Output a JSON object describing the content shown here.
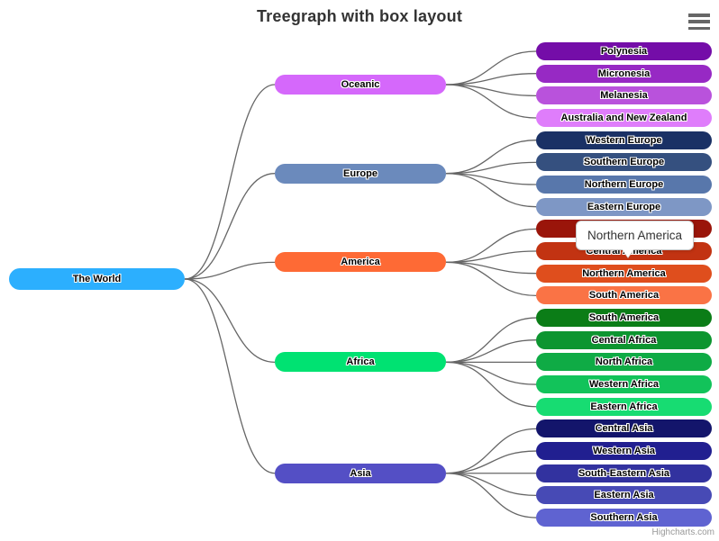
{
  "title": "Treegraph with box layout",
  "credits_label": "Highcharts.com",
  "tooltip": {
    "text": "Northern America"
  },
  "ui_colors": {
    "title_text": "#333333",
    "link_stroke": "#666666",
    "credits_text": "#999999",
    "tooltip_background": "#ffffff",
    "tooltip_text": "#333333",
    "menu_icon": "#666666"
  },
  "chart_data": {
    "type": "treegraph",
    "title": "Treegraph with box layout",
    "legend": "off",
    "grid": "off",
    "root": {
      "label": "The World",
      "color": "#2CAFFE"
    },
    "groups": [
      {
        "label": "Oceanic",
        "color": "#D568FB",
        "children": [
          {
            "label": "Polynesia",
            "color": "#740DA8"
          },
          {
            "label": "Micronesia",
            "color": "#9729C4"
          },
          {
            "label": "Melanesia",
            "color": "#B952DC"
          },
          {
            "label": "Australia and New Zealand",
            "color": "#DF7DFB"
          }
        ]
      },
      {
        "label": "Europe",
        "color": "#6B8ABC",
        "children": [
          {
            "label": "Western Europe",
            "color": "#1A3165"
          },
          {
            "label": "Southern Europe",
            "color": "#35507F"
          },
          {
            "label": "Northern Europe",
            "color": "#5877AB"
          },
          {
            "label": "Eastern Europe",
            "color": "#7E97C5"
          }
        ]
      },
      {
        "label": "America",
        "color": "#FE6A35",
        "children": [
          {
            "label": "",
            "label_hidden_by_tooltip": true,
            "color": "#9A150A"
          },
          {
            "label": "Central America",
            "color": "#C23312"
          },
          {
            "label": "Northern America",
            "color": "#DF4E1D",
            "hovered": true
          },
          {
            "label": "South America",
            "color": "#FA7345"
          }
        ]
      },
      {
        "label": "Africa",
        "color": "#00E272",
        "children": [
          {
            "label": "South America",
            "color": "#0B7D17"
          },
          {
            "label": "Central Africa",
            "color": "#0D9530"
          },
          {
            "label": "North Africa",
            "color": "#0FAB45"
          },
          {
            "label": "Western Africa",
            "color": "#12C35A"
          },
          {
            "label": "Eastern Africa",
            "color": "#17DC72"
          }
        ]
      },
      {
        "label": "Asia",
        "color": "#544FC5",
        "children": [
          {
            "label": "Central Asia",
            "color": "#13156B"
          },
          {
            "label": "Western Asia",
            "color": "#211F90"
          },
          {
            "label": "South-Eastern Asia",
            "color": "#32329F"
          },
          {
            "label": "Eastern Asia",
            "color": "#474AB5"
          },
          {
            "label": "Southern Asia",
            "color": "#5F63D1"
          }
        ]
      }
    ]
  }
}
